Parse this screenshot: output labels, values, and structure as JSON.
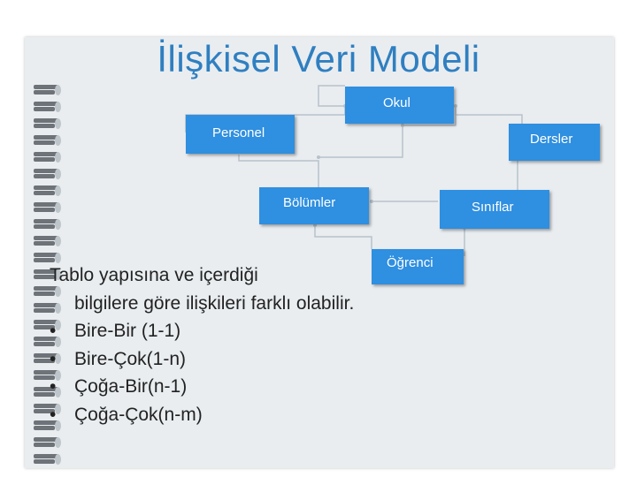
{
  "title": "İlişkisel Veri Modeli",
  "nodes": {
    "okul": "Okul",
    "personel": "Personel",
    "dersler": "Dersler",
    "bolumler": "Bölümler",
    "siniflar": "Sınıflar",
    "ogrenci": "Öğrenci"
  },
  "text": {
    "intro_line1": "Tablo yapısına ve içerdiği",
    "intro_line2": "bilgilere göre ilişkileri farklı olabilir.",
    "bullet_symbol": "•",
    "items": [
      "Bire-Bir (1-1)",
      "Bire-Çok(1-n)",
      "Çoğa-Bir(n-1)",
      "Çoğa-Çok(n-m)"
    ]
  },
  "colors": {
    "node_fill": "#2f8fe0",
    "connector": "#b8c2ca",
    "title": "#2f7fc1",
    "paper": "#e9edf0"
  }
}
